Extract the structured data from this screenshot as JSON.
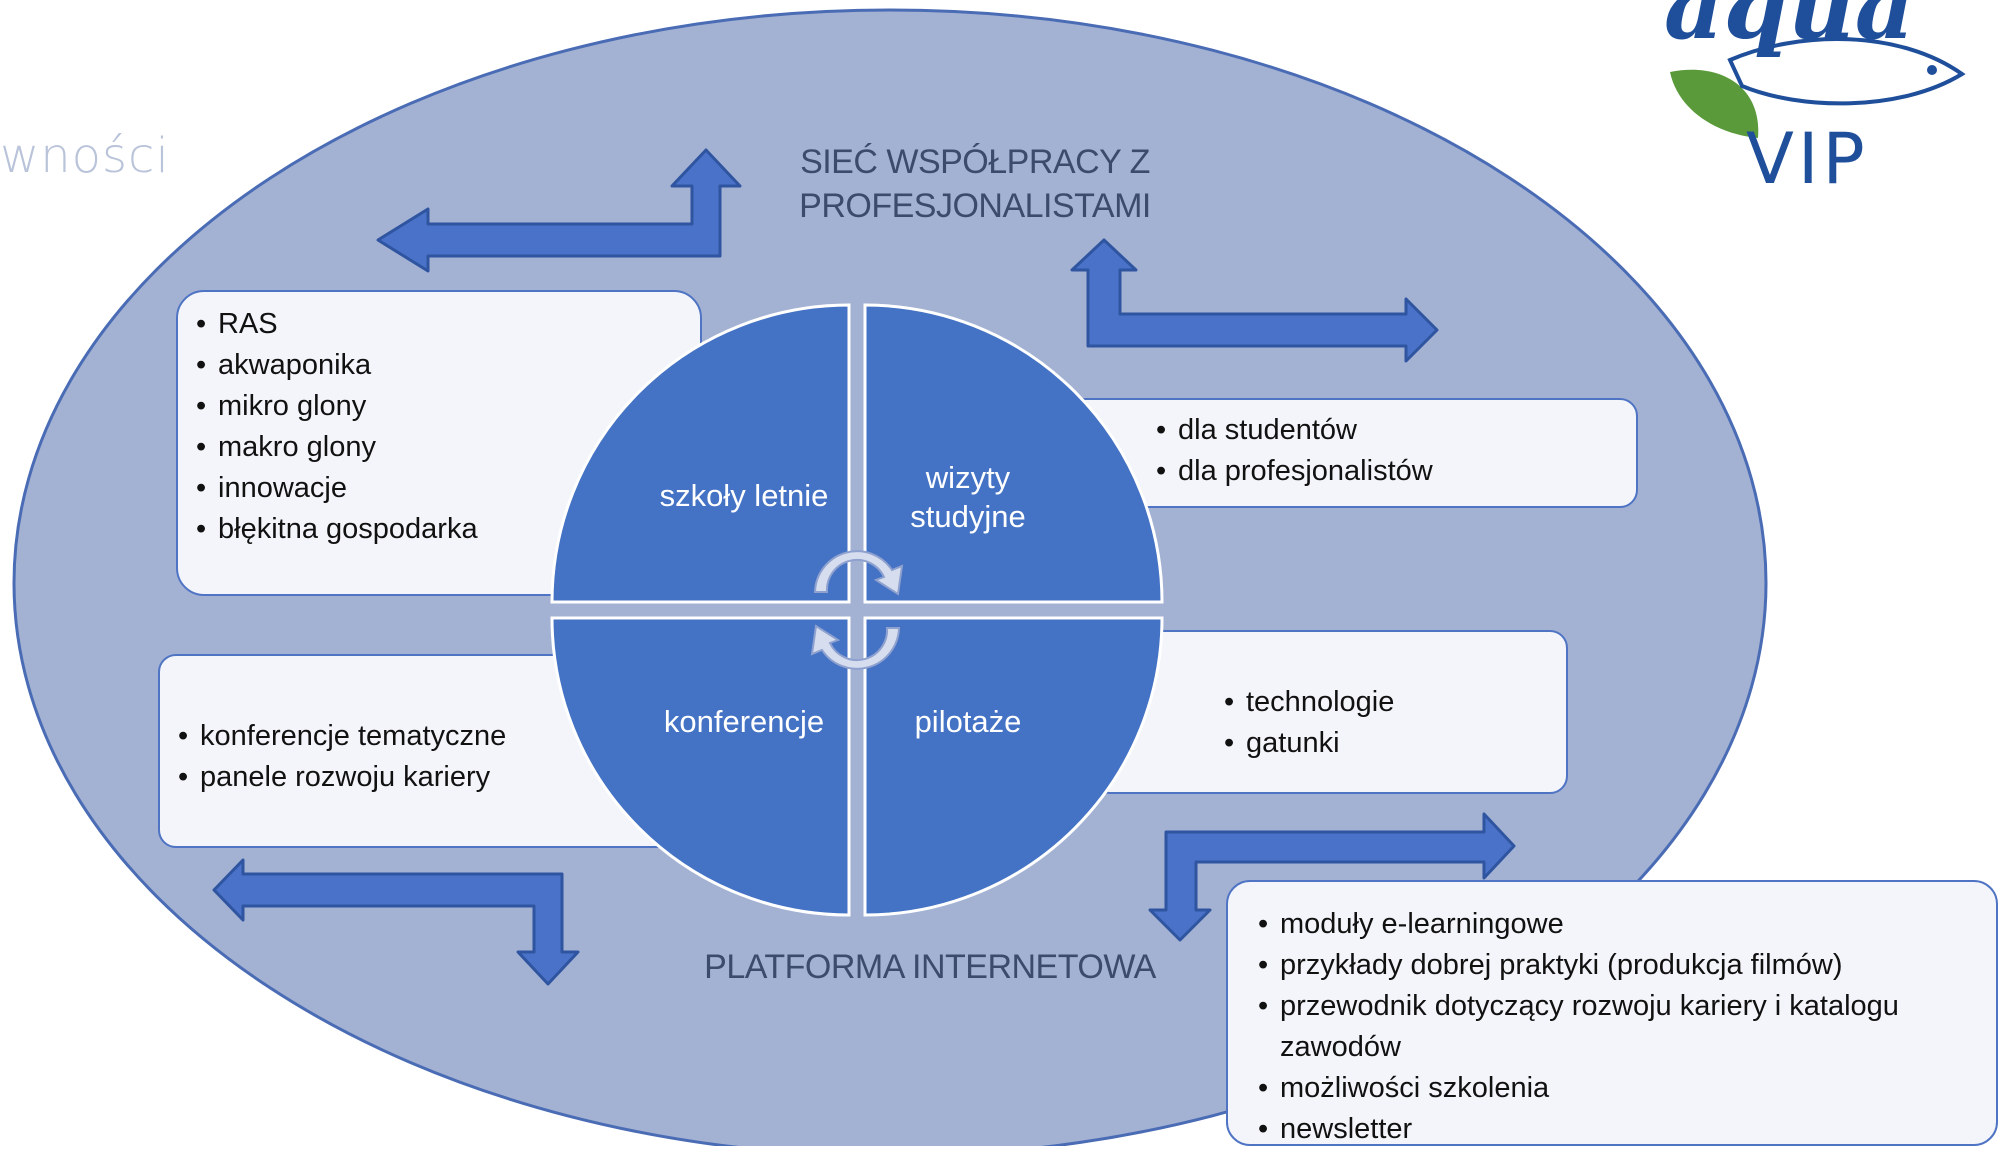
{
  "slide": {
    "title_fragment": "wności"
  },
  "logo": {
    "word_top": "aqua",
    "word_bottom": "VIP"
  },
  "diagram": {
    "top_label": [
      "SIEĆ WSPÓŁPRACY Z",
      "PROFESJONALISTAMI"
    ],
    "bottom_label": "PLATFORMA INTERNETOWA",
    "quadrants": [
      {
        "id": "tl",
        "label": [
          "szkoły letnie"
        ]
      },
      {
        "id": "tr",
        "label": [
          "wizyty",
          "studyjne"
        ]
      },
      {
        "id": "bl",
        "label": [
          "konferencje"
        ]
      },
      {
        "id": "br",
        "label": [
          "pilotaże"
        ]
      }
    ],
    "boxes": {
      "summer_schools": [
        "RAS",
        "akwaponika",
        "mikro glony",
        "makro glony",
        "innowacje",
        "błękitna gospodarka"
      ],
      "study_visits": [
        "dla studentów",
        "dla profesjonalistów"
      ],
      "conferences": [
        "konferencje tematyczne",
        "panele rozwoju kariery"
      ],
      "pilots": [
        "technologie",
        "gatunki"
      ],
      "platform": [
        "moduły e-learningowe",
        "przykłady dobrej praktyki (produkcja filmów)",
        "przewodnik dotyczący rozwoju kariery i katalogu zawodów",
        "możliwości szkolenia",
        "newsletter"
      ]
    },
    "colors": {
      "ellipse_fill": "#a3b1d3",
      "ellipse_stroke": "#4a6cb5",
      "quadrant_fill": "#4472c4",
      "arrow_fill": "#4a72c8",
      "arrow_stroke": "#2f55a0",
      "box_fill": "#f3f5fa",
      "box_stroke": "#4f74c4",
      "label_text": "#3c4a6b",
      "logo_blue": "#1f4f9a",
      "logo_leaf": "#5a9a3a"
    }
  }
}
